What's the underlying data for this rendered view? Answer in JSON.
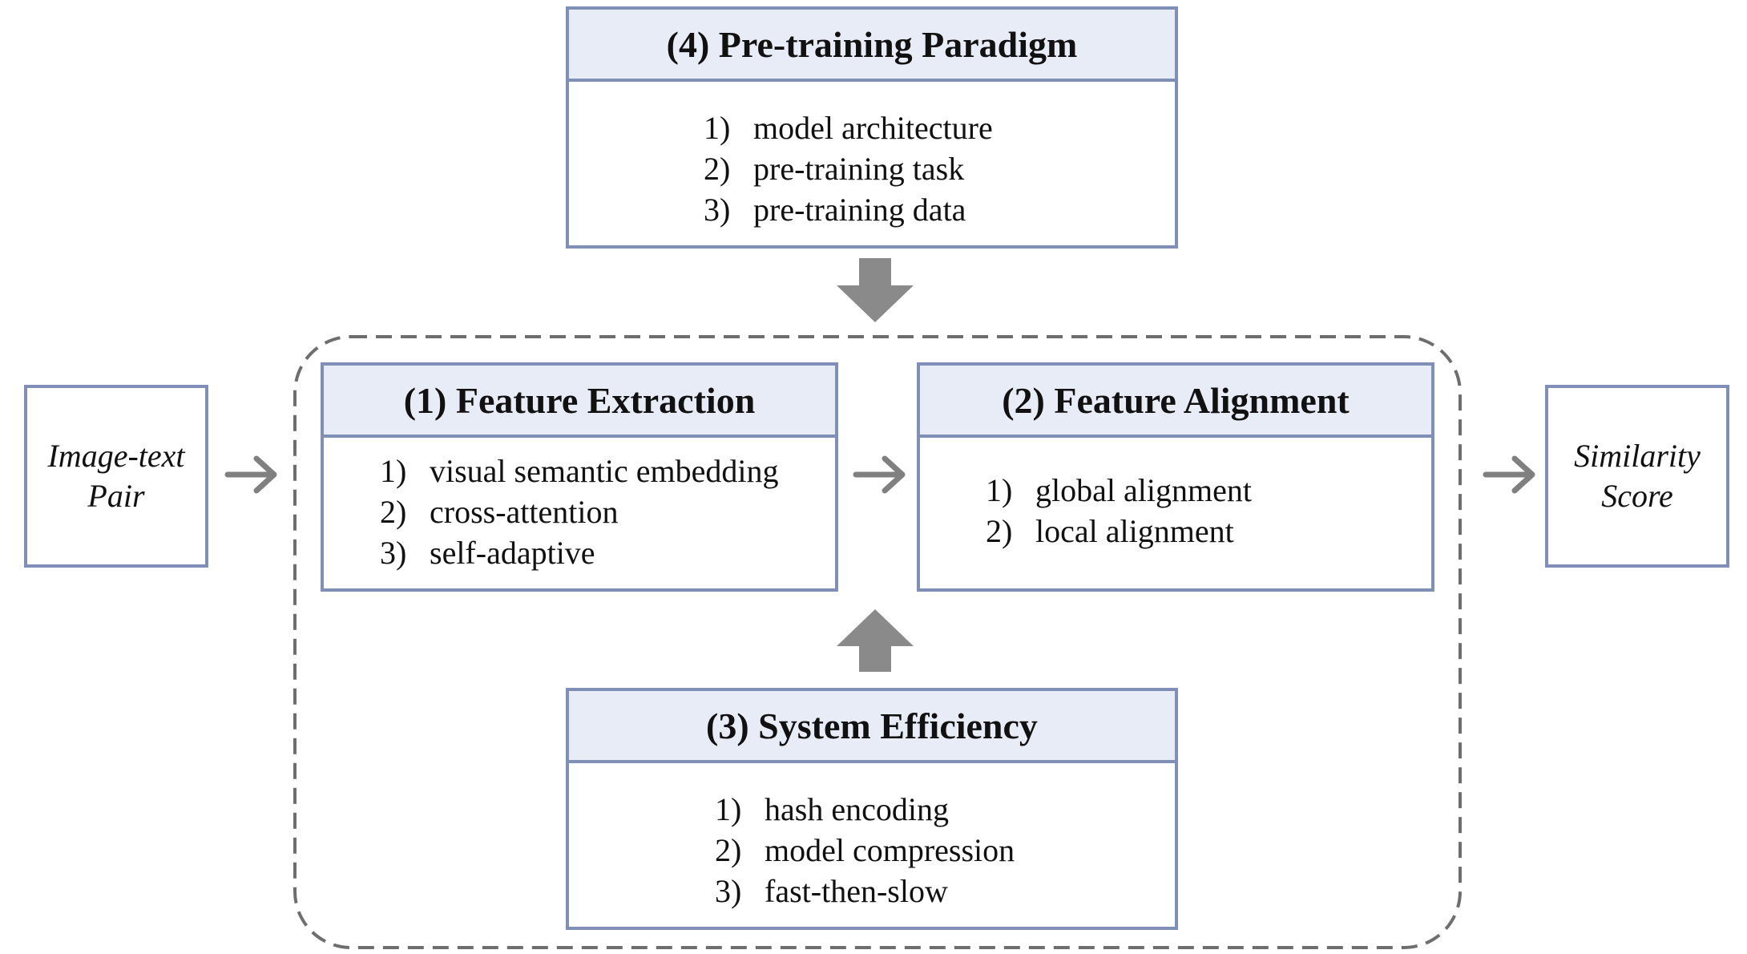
{
  "pretraining": {
    "title": "(4) Pre-training Paradigm",
    "items": [
      {
        "num": "1)",
        "text": "model architecture"
      },
      {
        "num": "2)",
        "text": "pre-training task"
      },
      {
        "num": "3)",
        "text": "pre-training data"
      }
    ]
  },
  "feature_extraction": {
    "title": "(1) Feature Extraction",
    "items": [
      {
        "num": "1)",
        "text": "visual semantic embedding"
      },
      {
        "num": "2)",
        "text": "cross-attention"
      },
      {
        "num": "3)",
        "text": "self-adaptive"
      }
    ]
  },
  "feature_alignment": {
    "title": "(2) Feature Alignment",
    "items": [
      {
        "num": "1)",
        "text": "global alignment"
      },
      {
        "num": "2)",
        "text": "local alignment"
      }
    ]
  },
  "system_efficiency": {
    "title": "(3) System Efficiency",
    "items": [
      {
        "num": "1)",
        "text": "hash encoding"
      },
      {
        "num": "2)",
        "text": "model compression"
      },
      {
        "num": "3)",
        "text": "fast-then-slow"
      }
    ]
  },
  "input": {
    "line1": "Image-text",
    "line2": "Pair"
  },
  "output": {
    "line1": "Similarity",
    "line2": "Score"
  },
  "colors": {
    "box_border": "#7f8fb5",
    "box_header_fill": "#e8ecf7",
    "arrow": "#808080",
    "dashed_border": "#6e6e6e"
  }
}
